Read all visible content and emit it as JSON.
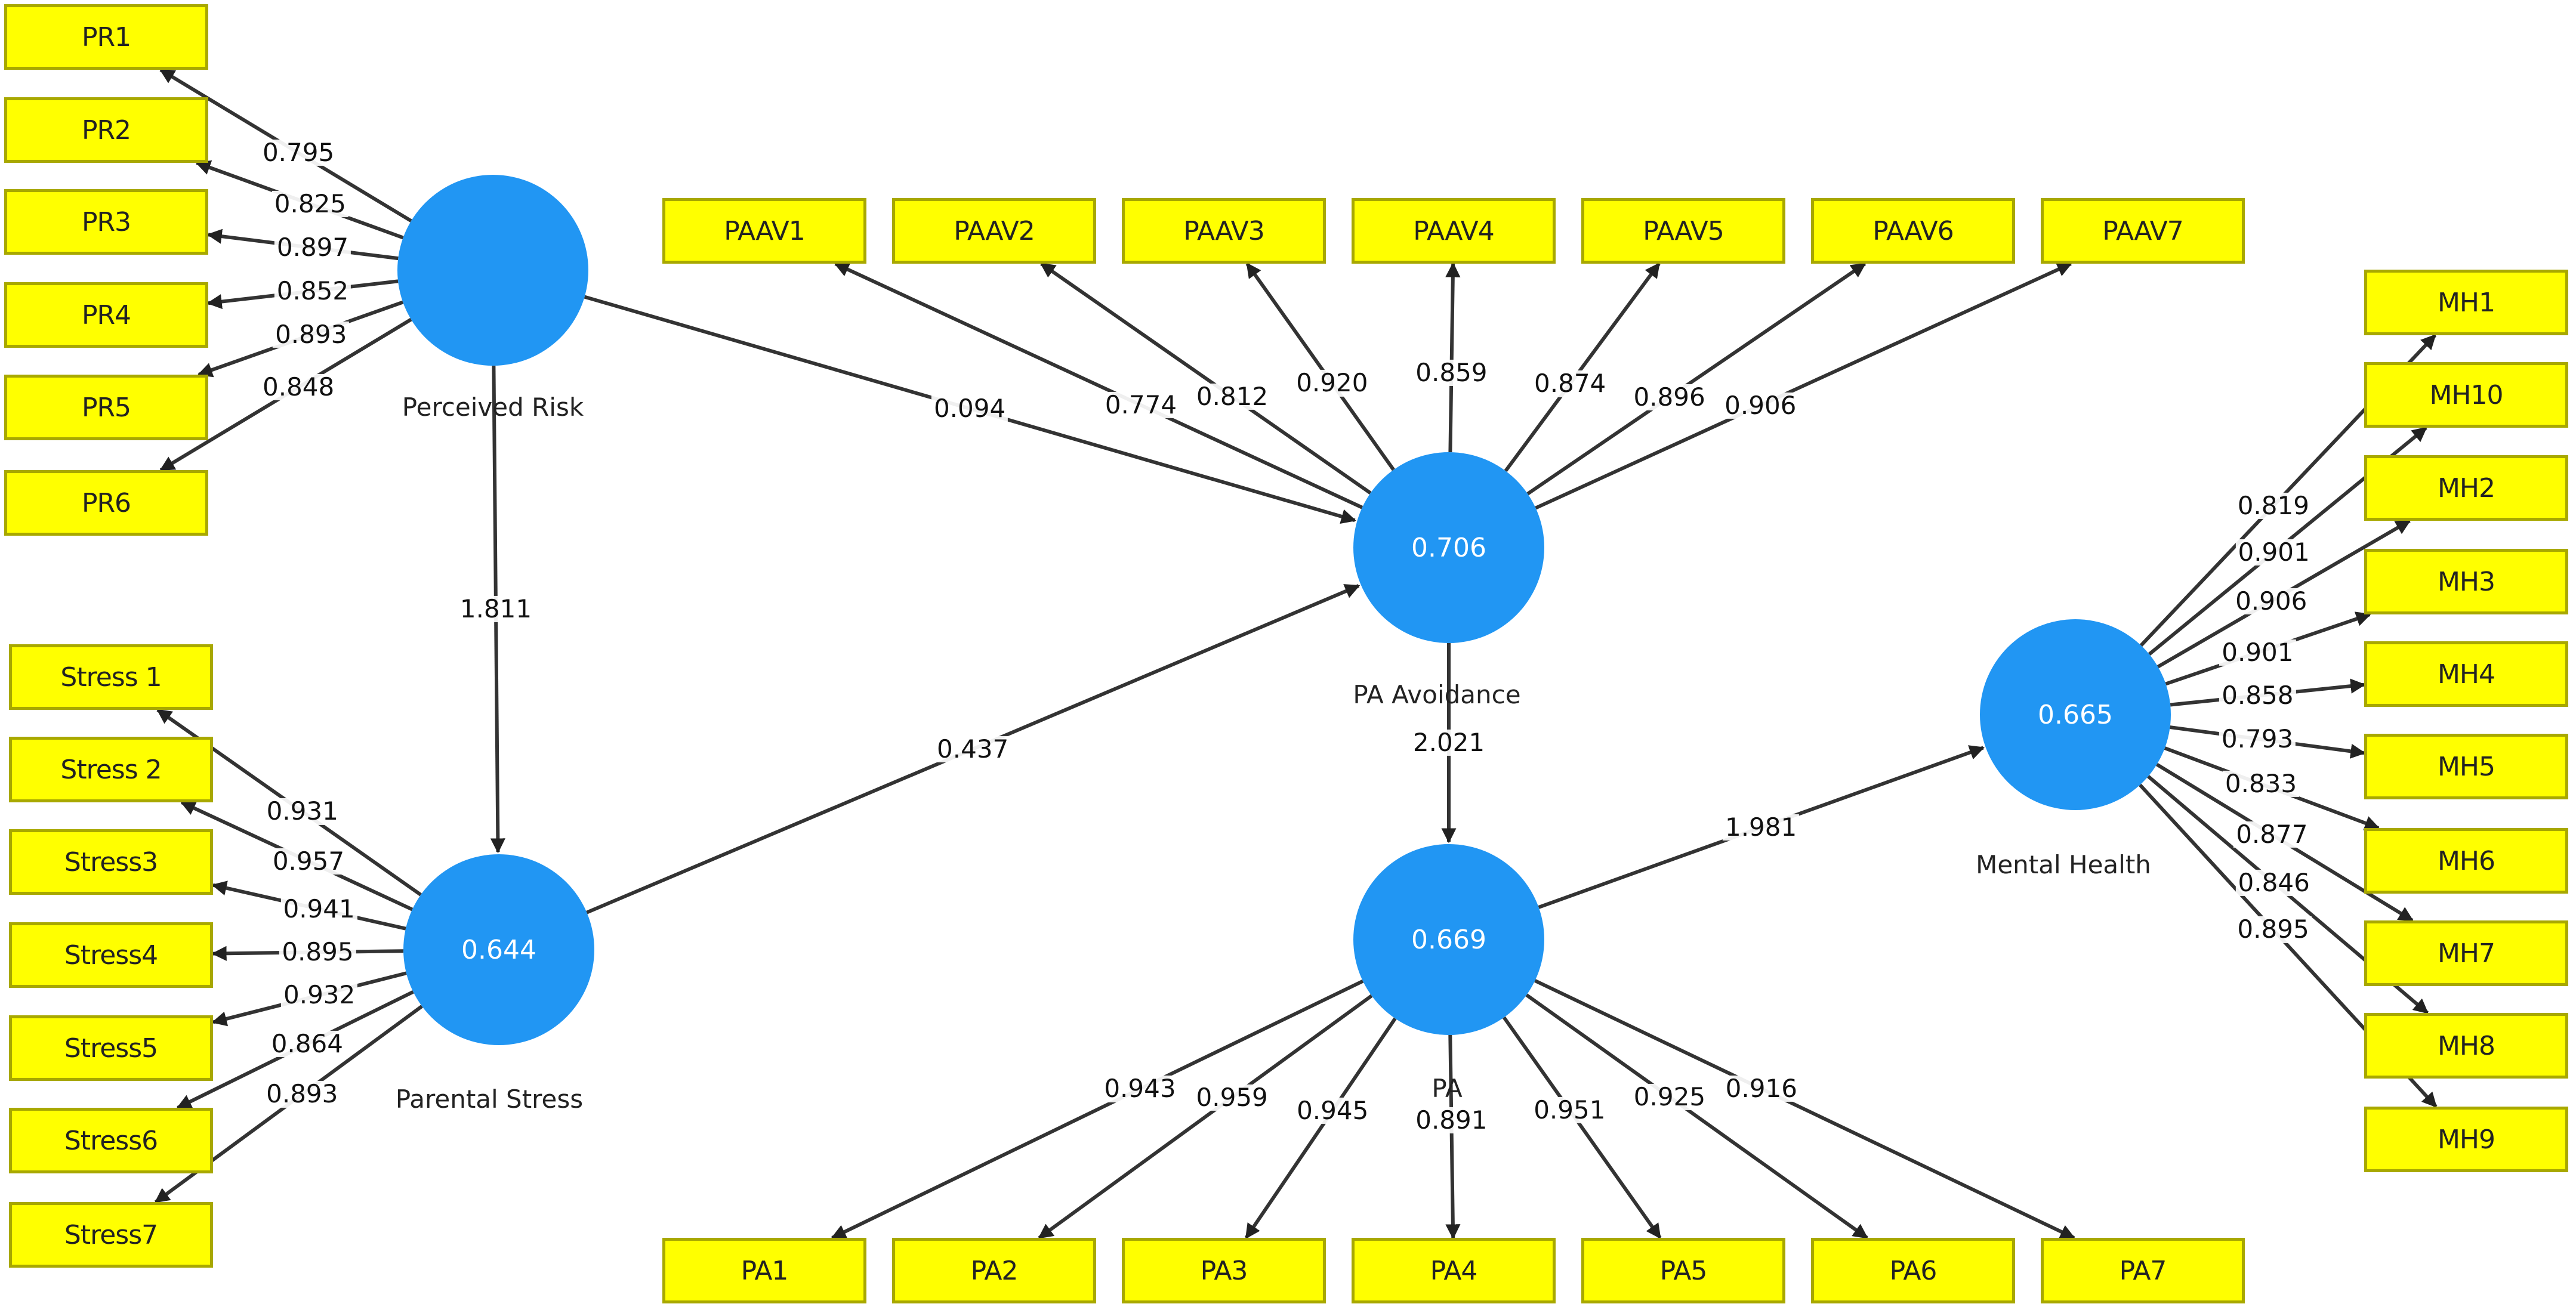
{
  "colors": {
    "indicator_fill": "#ffff00",
    "construct_fill": "#2196f3",
    "edge": "#333333"
  },
  "constructs": {
    "pr": {
      "name": "Perceived Risk",
      "r2": ""
    },
    "ps": {
      "name": "Parental Stress",
      "r2": "0.644"
    },
    "paa": {
      "name": "PA Avoidance",
      "r2": "0.706"
    },
    "pa": {
      "name": "PA",
      "r2": "0.669"
    },
    "mh": {
      "name": "Mental Health",
      "r2": "0.665"
    }
  },
  "indicators": {
    "pr": [
      "PR1",
      "PR2",
      "PR3",
      "PR4",
      "PR5",
      "PR6"
    ],
    "ps": [
      "Stress 1",
      "Stress 2",
      "Stress3",
      "Stress4",
      "Stress5",
      "Stress6",
      "Stress7"
    ],
    "paa": [
      "PAAV1",
      "PAAV2",
      "PAAV3",
      "PAAV4",
      "PAAV5",
      "PAAV6",
      "PAAV7"
    ],
    "pa": [
      "PA1",
      "PA2",
      "PA3",
      "PA4",
      "PA5",
      "PA6",
      "PA7"
    ],
    "mh": [
      "MH1",
      "MH10",
      "MH2",
      "MH3",
      "MH4",
      "MH5",
      "MH6",
      "MH7",
      "MH8",
      "MH9"
    ]
  },
  "loadings": {
    "pr": [
      "0.795",
      "0.825",
      "0.897",
      "0.852",
      "0.893",
      "0.848"
    ],
    "ps": [
      "0.931",
      "0.957",
      "0.941",
      "0.895",
      "0.932",
      "0.864",
      "0.893"
    ],
    "paa": [
      "0.774",
      "0.812",
      "0.920",
      "0.859",
      "0.874",
      "0.896",
      "0.906"
    ],
    "pa": [
      "0.943",
      "0.959",
      "0.945",
      "0.891",
      "0.951",
      "0.925",
      "0.916"
    ],
    "mh": [
      "0.819",
      "0.901",
      "0.906",
      "0.901",
      "0.858",
      "0.793",
      "0.833",
      "0.877",
      "0.846",
      "0.895"
    ]
  },
  "paths": [
    {
      "from": "pr",
      "to": "paa",
      "value": "0.094"
    },
    {
      "from": "pr",
      "to": "ps",
      "value": "1.811"
    },
    {
      "from": "ps",
      "to": "paa",
      "value": "0.437"
    },
    {
      "from": "paa",
      "to": "pa",
      "value": "2.021"
    },
    {
      "from": "pa",
      "to": "mh",
      "value": "1.981"
    }
  ]
}
